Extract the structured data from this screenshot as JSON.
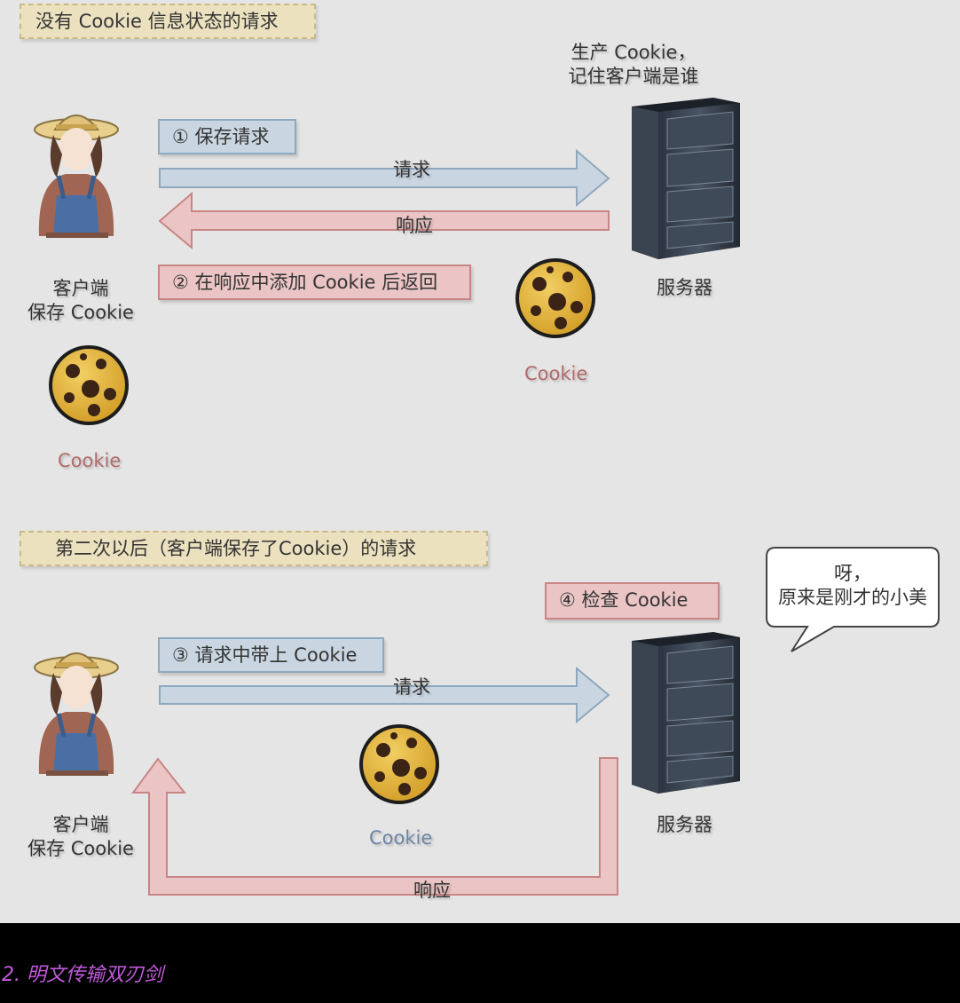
{
  "scene1": {
    "title": "没有 Cookie 信息状态的请求",
    "server_note_line1": "生产 Cookie，",
    "server_note_line2": "记住客户端是谁",
    "step1": "① 保存请求",
    "request_arrow": "请求",
    "response_arrow": "响应",
    "step2": "② 在响应中添加 Cookie 后返回",
    "client_line1": "客户端",
    "client_line2": "保存 Cookie",
    "server_label": "服务器",
    "cookie_mid": "Cookie",
    "cookie_client": "Cookie"
  },
  "scene2": {
    "title": "第二次以后（客户端保存了Cookie）的请求",
    "bubble_line1": "呀，",
    "bubble_line2": "原来是刚才的小美",
    "step4": "④ 检查 Cookie",
    "step3": "③ 请求中带上 Cookie",
    "request_arrow": "请求",
    "response_arrow": "响应",
    "cookie_mid": "Cookie",
    "client_line1": "客户端",
    "client_line2": "保存 Cookie",
    "server_label": "服务器"
  },
  "footer": {
    "heading": "2. 明文传输双刃剑"
  },
  "colors": {
    "request_fill": "#c9d6e1",
    "request_stroke": "#8ea8bd",
    "response_fill": "#ebc5c5",
    "response_stroke": "#c98585",
    "note_fill": "#ece1bf",
    "heading": "#c25bdc"
  }
}
